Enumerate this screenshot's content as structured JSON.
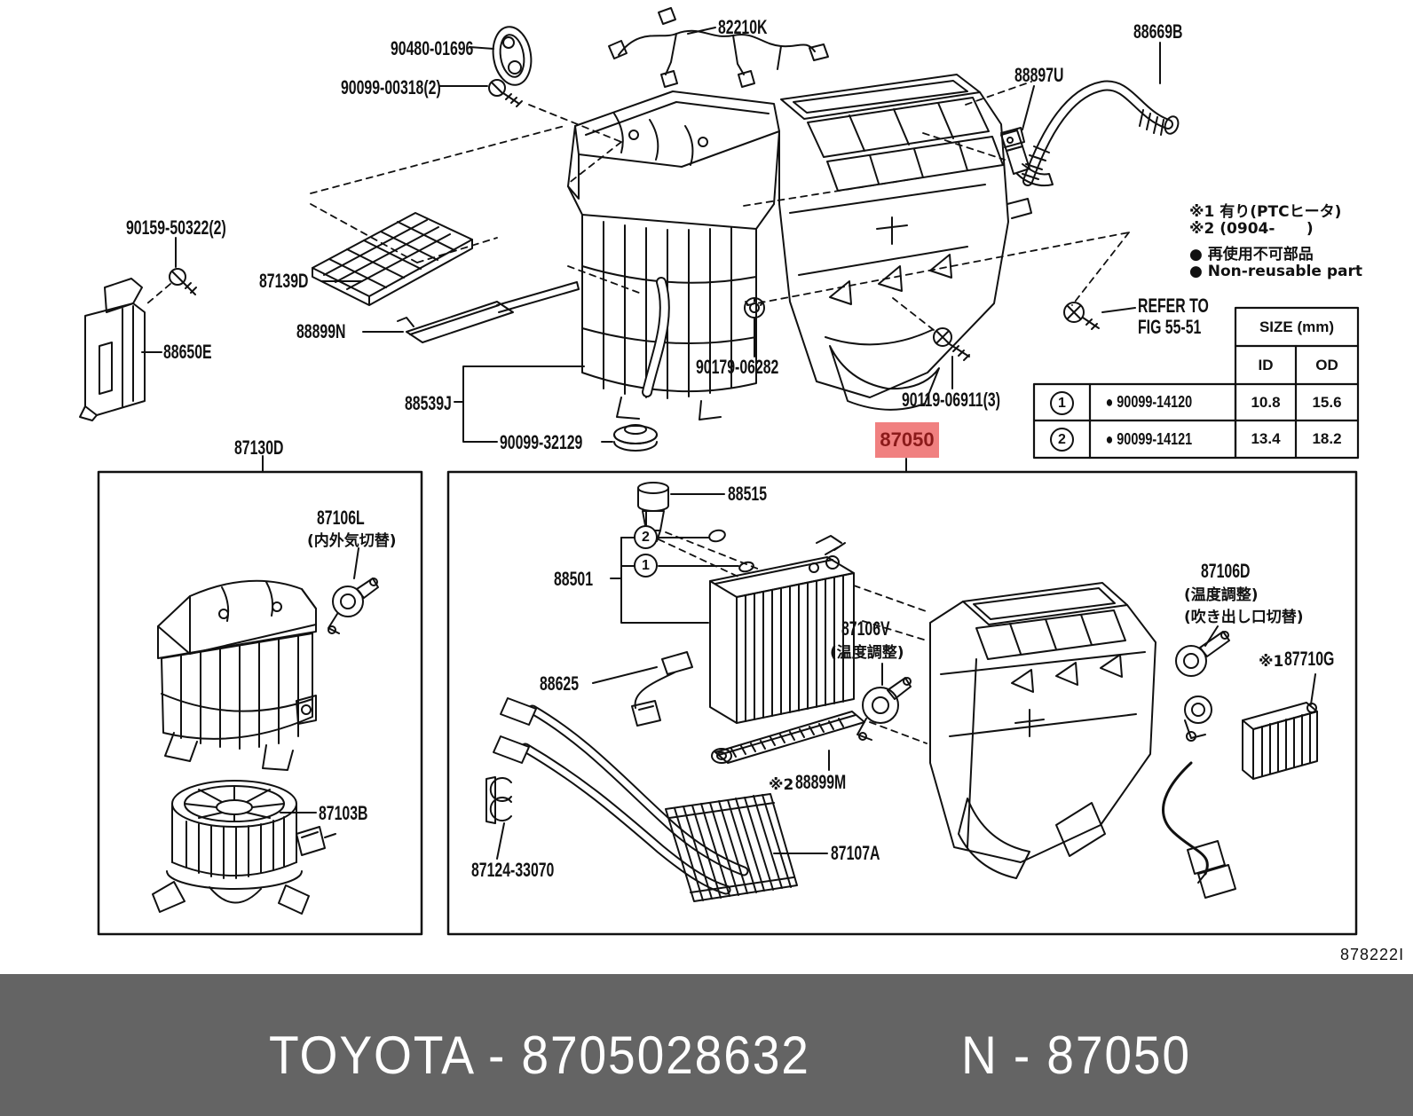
{
  "colors": {
    "line": "#111111",
    "highlight_bg": "#F08080",
    "highlight_fg": "#8B1A1A",
    "banner_bg": "#646464"
  },
  "banner": {
    "left": "TOYOTA - 8705028632",
    "right": "N - 87050"
  },
  "plate_code": "878222I",
  "highlight": {
    "part": "87050"
  },
  "refer": {
    "line1": "REFER TO",
    "line2": "FIG 55-51"
  },
  "notes": [
    "※1 有り(PTCヒータ)",
    "※2 (0904-      )",
    "● 再使用不可部品",
    "● Non-reusable part"
  ],
  "size_table": {
    "title": "SIZE (mm)",
    "col_id": "ID",
    "col_od": "OD",
    "rows": [
      {
        "no": "1",
        "part": "● 90099-14120",
        "id": "10.8",
        "od": "15.6"
      },
      {
        "no": "2",
        "part": "● 90099-14121",
        "id": "13.4",
        "od": "18.2"
      }
    ]
  },
  "callouts": {
    "c90480": "90480-01696",
    "c90099_00318": "90099-00318(2)",
    "c82210k": "82210K",
    "c88669b": "88669B",
    "c88897u": "88897U",
    "c90159": "90159-50322(2)",
    "c87139d": "87139D",
    "c88899n": "88899N",
    "c88650e": "88650E",
    "c88539j": "88539J",
    "c90099_32129": "90099-32129",
    "c90179": "90179-06282",
    "c90119": "90119-06911(3)",
    "c87130d": "87130D",
    "c87106l": "87106L",
    "c87106l_sub": "(内外気切替)",
    "c87103b": "87103B",
    "c88515": "88515",
    "c88501": "88501",
    "c88625": "88625",
    "c87106v": "87106V",
    "c87106v_sub": "(温度調整)",
    "c88899m_prefix": "※2",
    "c88899m": "88899M",
    "c87107a": "87107A",
    "c87124": "87124-33070",
    "c87106d": "87106D",
    "c87106d_sub1": "(温度調整)",
    "c87106d_sub2": "(吹き出し口切替)",
    "c87710g_prefix": "※1",
    "c87710g": "87710G",
    "diagram_circle_1": "1",
    "diagram_circle_2": "2"
  }
}
